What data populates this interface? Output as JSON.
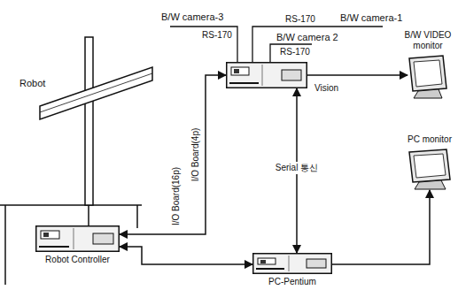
{
  "diagram": {
    "nodes": [
      {
        "text": [
          "Robot"
        ]
      },
      {
        "text": [
          "Robot Controller"
        ]
      },
      {
        "text": [
          "Vision"
        ]
      },
      {
        "text": [
          "B/W VIDEO monitor"
        ]
      },
      {
        "text": [
          "PC monitor"
        ]
      },
      {
        "text": [
          "PC-Pentium"
        ]
      }
    ],
    "edges": [
      {
        "from": 1,
        "to": 2,
        "arrow": "both",
        "label": "I/O Board(4p)"
      },
      {
        "from": 1,
        "to": 5,
        "arrow": "both"
      },
      {
        "from": 2,
        "to": 5,
        "arrow": "both",
        "label": "Serial 통신"
      },
      {
        "from": 2,
        "to": 3,
        "arrow": "to"
      },
      {
        "from": 5,
        "to": 4,
        "arrow": "to"
      }
    ],
    "labels": [
      "B/W camera-3",
      "B/W camera-1",
      "B/W camera 2",
      "RS-170",
      "RS-170",
      "RS-170",
      "I/O Board(16p)"
    ]
  }
}
